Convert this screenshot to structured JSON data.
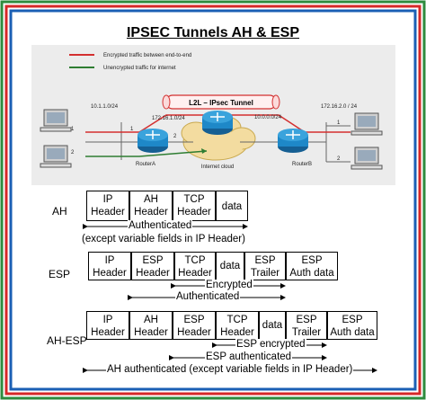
{
  "title": "IPSEC Tunnels AH & ESP",
  "network": {
    "legend_encrypted": "Encrypted traffic between end-to-end",
    "legend_unencrypted": "Unencrypted traffic for internet",
    "tunnel_label": "L2L – IPsec Tunnel",
    "subnet_left": "10.1.1.0/24",
    "subnet_router_a": "172.16.1.0/24",
    "subnet_center": "10.0.0.0/24",
    "subnet_right": "172.16.2.0 / 24",
    "router_a": "RouterA",
    "router_b": "RouterB",
    "cloud": "Internet cloud",
    "port_1": "1",
    "port_2": "2",
    "port_1b": "1",
    "port_2b": "2",
    "port_1c": "1",
    "port_2c": "2",
    "colors": {
      "encrypted": "#d32f2f",
      "unencrypted": "#2e7d32",
      "router": "#1e88c8",
      "cloud": "#f3dca0"
    }
  },
  "ah": {
    "label": "AH",
    "cells": [
      "IP\nHeader",
      "AH\nHeader",
      "TCP\nHeader",
      "data"
    ],
    "auth": "Authenticated",
    "note": "(except variable fields in IP Header)"
  },
  "esp": {
    "label": "ESP",
    "cells": [
      "IP\nHeader",
      "ESP\nHeader",
      "TCP\nHeader",
      "data",
      "ESP\nTrailer",
      "ESP\nAuth data"
    ],
    "encrypted": "Encrypted",
    "auth": "Authenticated"
  },
  "ahesp": {
    "label": "AH-ESP",
    "cells": [
      "IP\nHeader",
      "AH\nHeader",
      "ESP\nHeader",
      "TCP\nHeader",
      "data",
      "ESP\nTrailer",
      "ESP\nAuth data"
    ],
    "esp_encrypted": "ESP encrypted",
    "esp_auth": "ESP authenticated",
    "ah_auth": "AH authenticated (except variable fields in IP Header)"
  },
  "frame_colors": [
    "#2e8b3e",
    "#d62828",
    "#1a5fb4"
  ]
}
